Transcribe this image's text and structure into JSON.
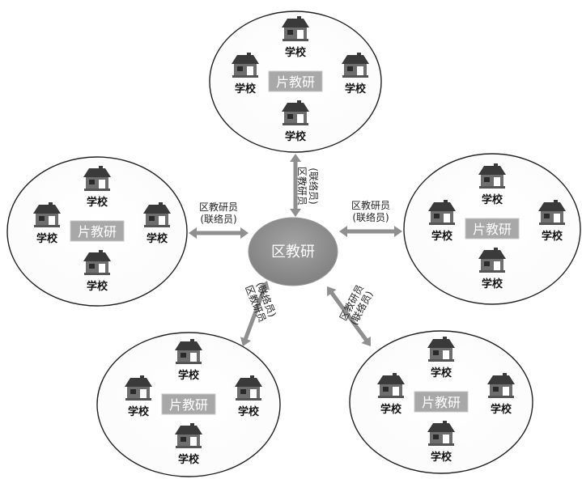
{
  "center": {
    "label": "区教研"
  },
  "clusters": [
    {
      "id": "top",
      "center_label": "片教研",
      "schools": [
        "学校",
        "学校",
        "学校",
        "学校"
      ]
    },
    {
      "id": "left",
      "center_label": "片教研",
      "schools": [
        "学校",
        "学校",
        "学校",
        "学校"
      ]
    },
    {
      "id": "right",
      "center_label": "片教研",
      "schools": [
        "学校",
        "学校",
        "学校",
        "学校"
      ]
    },
    {
      "id": "bottom-left",
      "center_label": "片教研",
      "schools": [
        "学校",
        "学校",
        "学校",
        "学校"
      ]
    },
    {
      "id": "bottom-right",
      "center_label": "片教研",
      "schools": [
        "学校",
        "学校",
        "学校",
        "学校"
      ]
    }
  ],
  "links": [
    {
      "id": "top",
      "line1": "区教研员",
      "line2": "(联络员)"
    },
    {
      "id": "left",
      "line1": "区教研员",
      "line2": "(联络员)"
    },
    {
      "id": "right",
      "line1": "区教研员",
      "line2": "(联络员)"
    },
    {
      "id": "bottom-left",
      "line1": "区教研员",
      "line2": "(联络员)"
    },
    {
      "id": "bottom-right",
      "line1": "区教研员",
      "line2": "(联络员)"
    }
  ],
  "icons": {
    "school": "house-icon"
  },
  "colors": {
    "center_fill": "#8c8c8c",
    "sub_box_fill": "#a8a8a8",
    "arrow": "#8f8f8f",
    "house_roof": "#3a3a3a",
    "house_body": "#6e6e6e"
  }
}
